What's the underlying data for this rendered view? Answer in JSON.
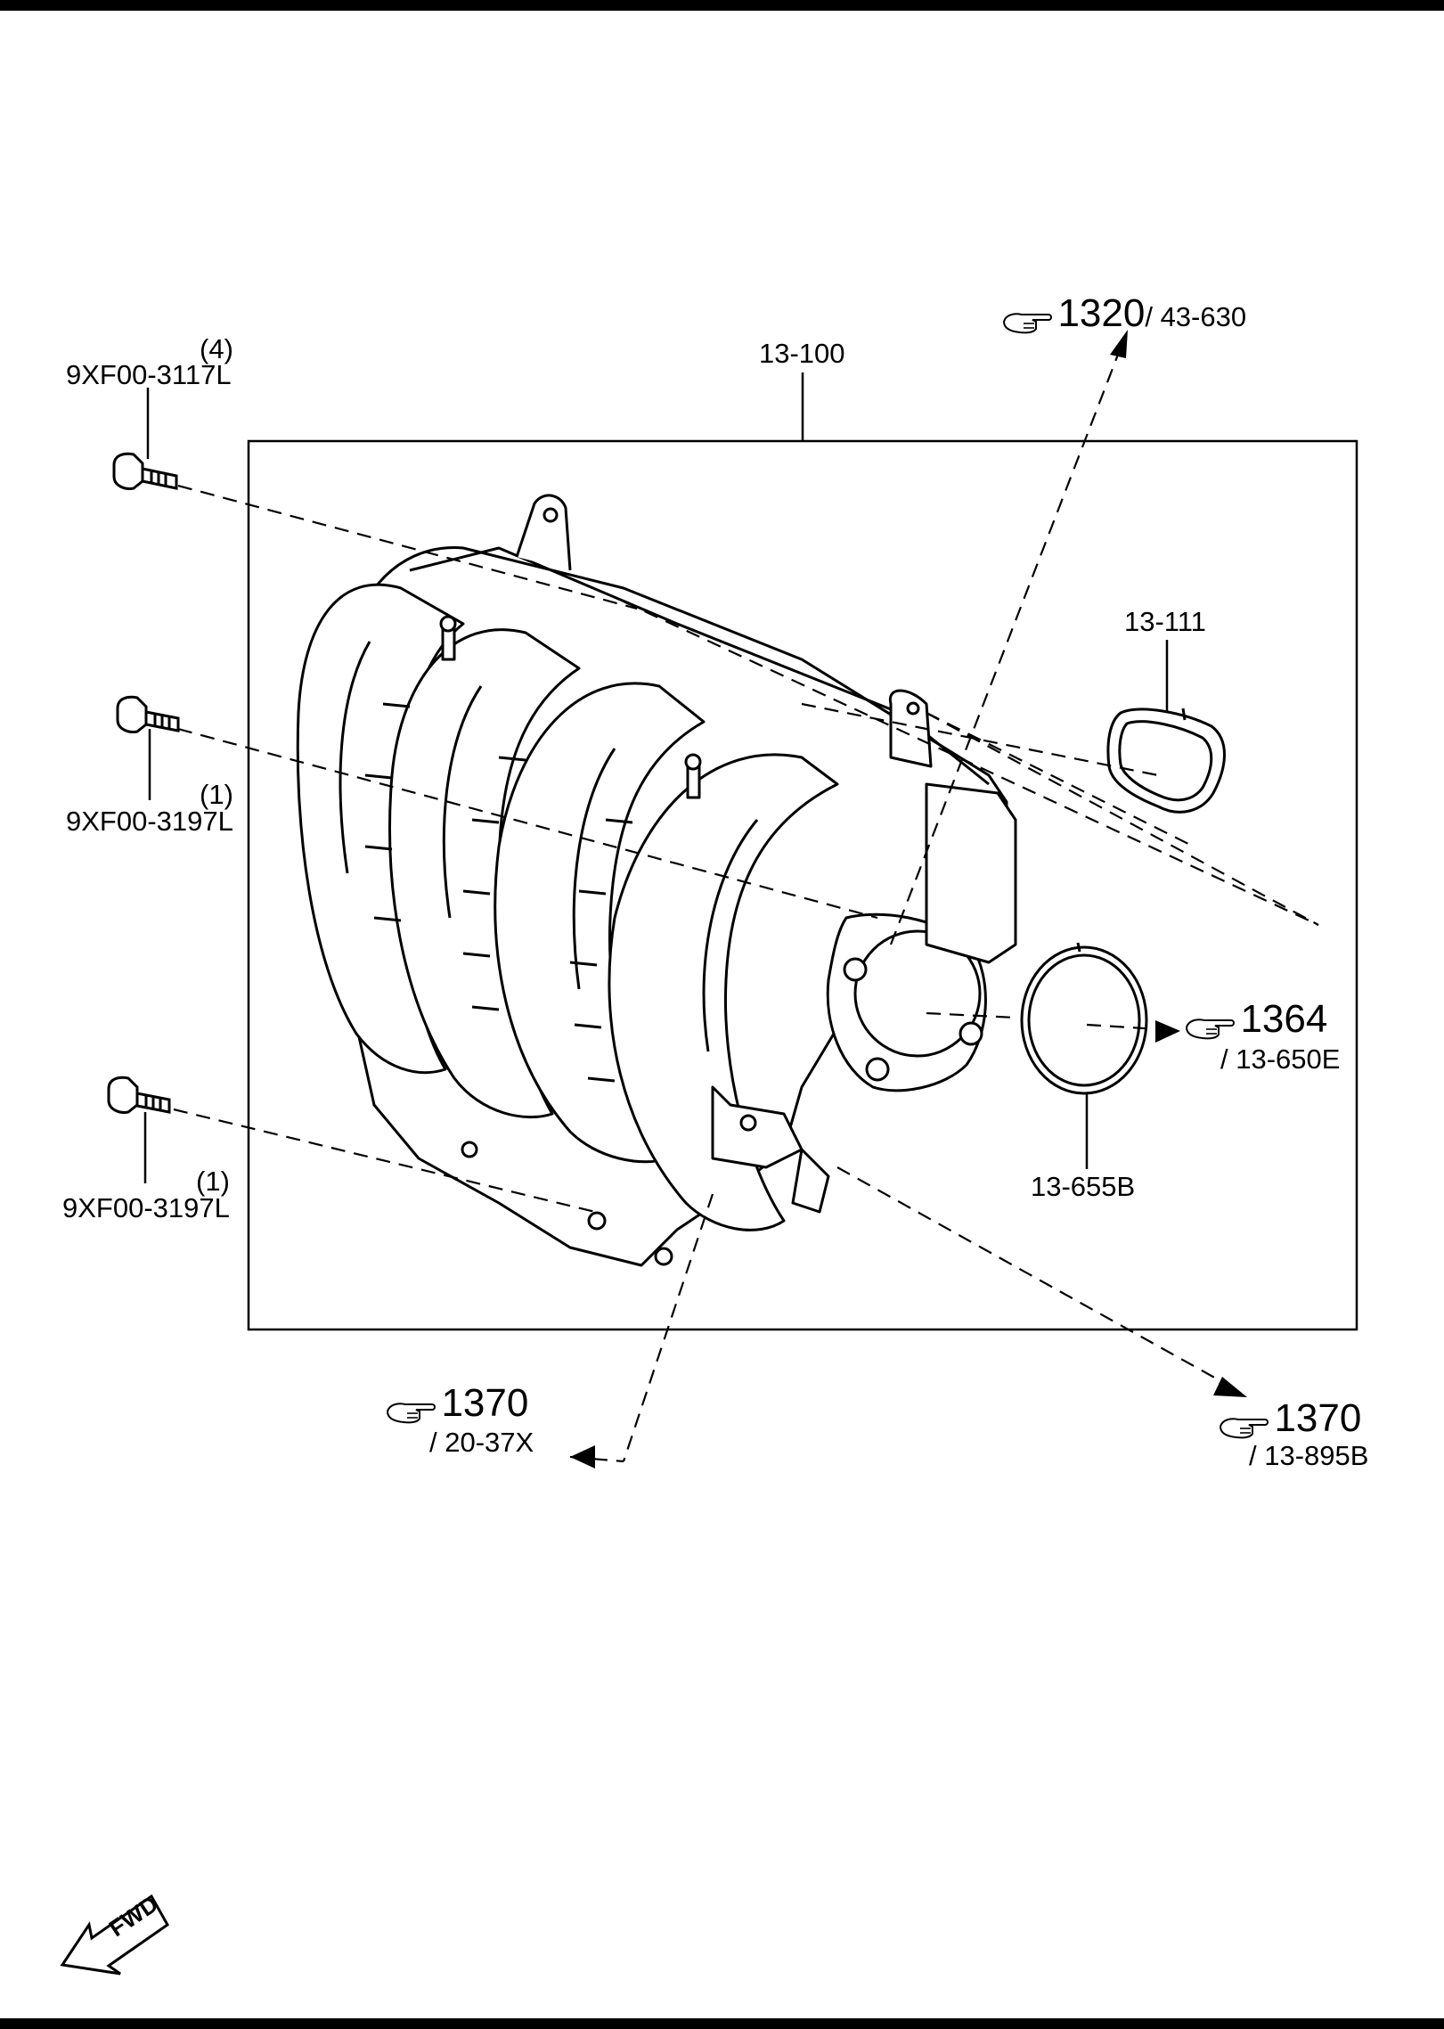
{
  "parts": {
    "main_assembly": "13-100",
    "gasket_small": "13-111",
    "gasket_round": "13-655B",
    "bolt_top": {
      "number": "9XF00-3117L",
      "qty": "(4)"
    },
    "bolt_mid": {
      "number": "9XF00-3197L",
      "qty": "(1)"
    },
    "bolt_low": {
      "number": "9XF00-3197L",
      "qty": "(1)"
    }
  },
  "references": {
    "top_right": {
      "icon": "pointing-hand-icon",
      "page": "1320",
      "part": "/ 43-630"
    },
    "right_mid": {
      "icon": "pointing-hand-icon",
      "page": "1364",
      "part": "/ 13-650E"
    },
    "bottom_left": {
      "icon": "pointing-hand-icon",
      "page": "1370",
      "part": "/ 20-37X"
    },
    "bottom_right": {
      "icon": "pointing-hand-icon",
      "page": "1370",
      "part": "/ 13-895B"
    }
  },
  "direction_badge": {
    "icon": "fwd-arrow-icon",
    "text": "FWD"
  }
}
